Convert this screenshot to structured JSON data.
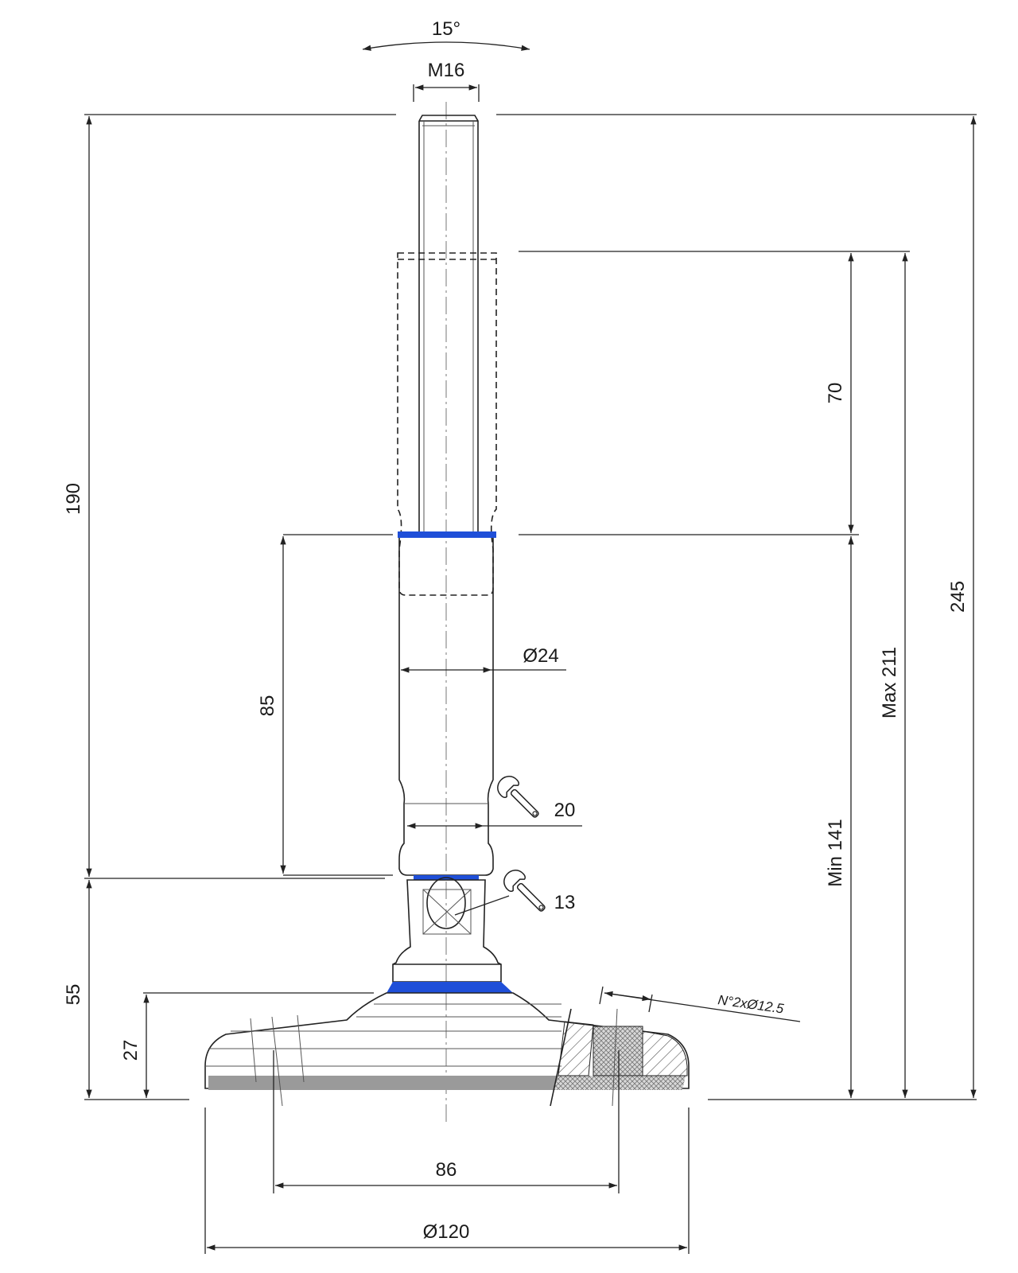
{
  "dimensions": {
    "angle": "15°",
    "thread": "M16",
    "height_190": "190",
    "height_70": "70",
    "height_245": "245",
    "max_211": "Max 211",
    "min_141": "Min 141",
    "height_85": "85",
    "dia_24": "Ø24",
    "wrench_20": "20",
    "wrench_13": "13",
    "height_55": "55",
    "height_27": "27",
    "base_hole_spacing": "86",
    "base_diameter": "Ø120"
  },
  "notes": {
    "holes": "N°2xØ12.5"
  },
  "colors": {
    "accent_blue": "#1f4fd8",
    "pad_grey": "#9a9a9a"
  },
  "icons": [
    "wrench-icon-20",
    "wrench-icon-13"
  ]
}
